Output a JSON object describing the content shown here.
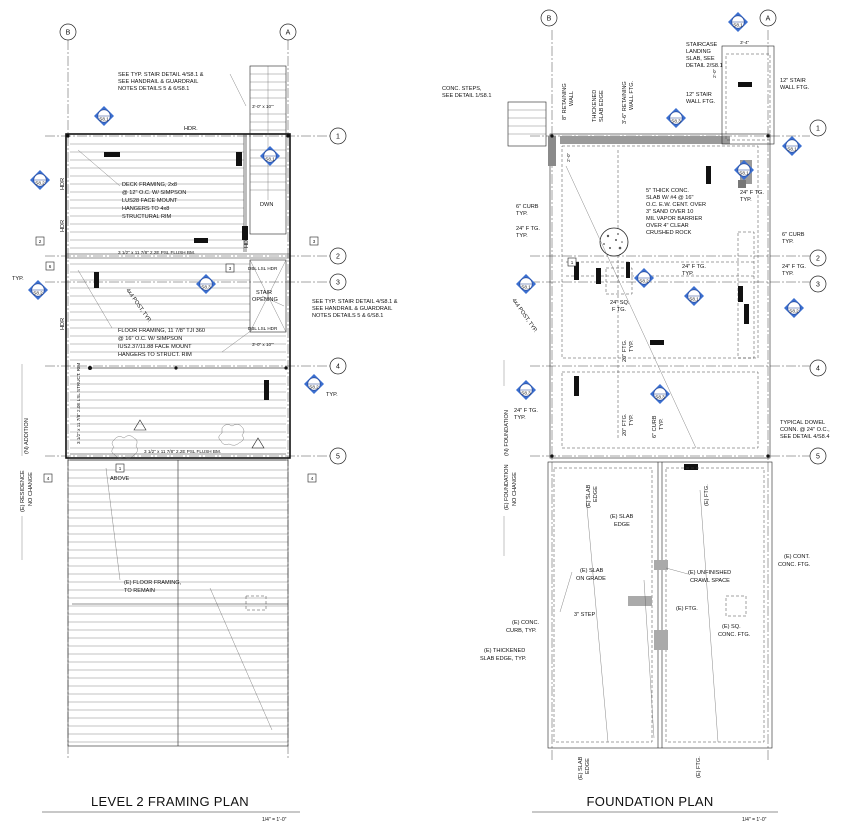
{
  "grid_labels": {
    "columns": [
      "B",
      "A"
    ],
    "rows": [
      "1",
      "2",
      "3",
      "4",
      "5"
    ]
  },
  "left_plan": {
    "title": "LEVEL 2 FRAMING PLAN",
    "scale": "1/4\" = 1'-0\"",
    "notes": {
      "stair_detail_top": [
        "SEE TYP. STAIR DETAIL 4/S8.1 &",
        "SEE HANDRAIL & GUARDRAIL",
        "NOTES DETAILS 5 & 6/S8.1"
      ],
      "stair_width_top": "3'-0\" x 10'\"",
      "hdr_top": "HDR.",
      "hdr_left_1": "HDR",
      "hdr_left_2": "HDR",
      "hdr_left_3": "HDR",
      "hdr_right": "HDR",
      "dwn": "DWN",
      "deck_framing": [
        "DECK FRAMING, 2x8",
        "@ 12\" O.C. W/ SIMPSON",
        "LUS28 FACE MOUNT",
        "HANGERS TO 4x8",
        "STRUCTURAL RIM"
      ],
      "psl_beam_top": "3 1/2\" x 11 7/8\" 2.2E PSL FLUSH BM.",
      "dbl_lsl_hdr_top": "DBL LSL HDR",
      "post_typ": "4x4 POST, TYP.",
      "stair_opening": [
        "STAIR",
        "OPENING"
      ],
      "stair_detail_mid": [
        "SEE TYP. STAIR DETAIL 4/S8.1 &",
        "SEE HANDRAIL & GUARDRAIL",
        "NOTES DETAILS 5 & 6/S8.1"
      ],
      "dbl_lsl_hdr_bottom": "DBL LSL HDR",
      "stair_width_mid": "3'-0\" x 10'\"",
      "floor_framing": [
        "FLOOR FRAMING, 11 7/8\" TJI 360",
        "@ 16\" O.C. W/ SIMPSON",
        "IUS2.37/11.88 FACE MOUNT",
        "HANGERS TO STRUCT. RIM"
      ],
      "lsl_rim": "3 1/2\" x 11 7/8\" 2.0E LSL STRUCT. RIM",
      "typ": "TYP.",
      "typ_left": "TYP.",
      "psl_beam_bottom": "3 1/2\" x 11 7/8\" 2.2E PSL FLUSH BM.",
      "above": "ABOVE",
      "addition": "(N) ADDITION",
      "residence": [
        "(E) RESIDENCE",
        "NO CHANGE"
      ],
      "existing_floor": [
        "(E) FLOOR FRAMING,",
        "TO REMAIN"
      ]
    },
    "section_tags": [
      "S8.1",
      "S8.1",
      "S8.2",
      "S8.2",
      "S8.3",
      "S8.2"
    ],
    "detail_boxes": [
      "2",
      "6",
      "3",
      "3",
      "4",
      "4",
      "1"
    ]
  },
  "right_plan": {
    "title": "FOUNDATION PLAN",
    "scale": "1/4\" = 1'-0\"",
    "notes": {
      "conc_steps": [
        "CONC. STEPS,",
        "SEE DETAIL 1/S8.1"
      ],
      "retaining_wall_8": [
        "8\" RETAINING",
        "WALL"
      ],
      "thickened_slab": [
        "THICKENED",
        "SLAB EDGE"
      ],
      "retaining_wall_f": [
        "3'-6\" RETAINING",
        "WALL FTG."
      ],
      "staircase_landing": [
        "STAIRCASE",
        "LANDING",
        "SLAB, SEE",
        "DETAIL 2/S8.1"
      ],
      "dim_top": "3'-4\"",
      "dim_side": "2'-0\"",
      "stair_wall_top": [
        "12\" STAIR",
        "WALL FTG."
      ],
      "stair_wall_mid": [
        "12\" STAIR",
        "WALL FTG."
      ],
      "dim_left": "2'-0\"",
      "curb_left": [
        "6\" CURB",
        "TYP."
      ],
      "ftg_24_a": [
        "24\" F TG.",
        "TYP."
      ],
      "ftg_24_b": [
        "24\" F TG.",
        "TYP."
      ],
      "thick_slab": [
        "5\" THICK CONC.",
        "SLAB W/ #4 @ 16\"",
        "O.C. E.W. CENT. OVER",
        "3\" SAND OVER 10",
        "MIL VAPOR BARRIER",
        "OVER 4\" CLEAR",
        "CRUSHED ROCK"
      ],
      "curb_right": [
        "6\" CURB",
        "TYP."
      ],
      "ftg_24_c": [
        "24\" F TG.",
        "TYP."
      ],
      "ftg_24_d": [
        "24\" F TG.",
        "TYP."
      ],
      "sq_ftg": [
        "24\" SQ.",
        "F TG."
      ],
      "post_typ": "4x4 POST, TYP.",
      "ftg_20_a": [
        "20\" FTG.",
        "TYP."
      ],
      "ftg_24_e": [
        "24\" F TG.",
        "TYP."
      ],
      "ftg_20_b": [
        "20\" FTG.",
        "TYP."
      ],
      "curb_bottom": [
        "6\" CURB",
        "TYP."
      ],
      "dowel": [
        "TYPICAL DOWEL",
        "CONN. @ 24\" O.C.,",
        "SEE DETAIL 4/S8.4"
      ],
      "n_foundation": "(N) FOUNDATION",
      "e_foundation": [
        "(E) FOUNDATION",
        "NO CHANGE"
      ],
      "e_slab_edge_a": [
        "(E) SLAB",
        "EDGE"
      ],
      "e_slab_edge_b": [
        "(E) SLAB",
        "EDGE"
      ],
      "e_ftg_a": "(E) FTG.",
      "e_slab_grade": [
        "(E) SLAB",
        "ON GRADE"
      ],
      "e_crawl": [
        "(E) UNFINISHED",
        "CRAWL SPACE"
      ],
      "e_cont_ftg": [
        "(E) CONT.",
        "CONC. FTG."
      ],
      "step_3": "3\" STEP",
      "e_ftg_b": "(E) FTG.",
      "e_conc_curb": [
        "(E) CONC.",
        "CURB, TYP."
      ],
      "e_sq_ftg": [
        "(E) SQ.",
        "CONC. FTG."
      ],
      "e_thick_slab": [
        "(E) THICKENED",
        "SLAB EDGE, TYP."
      ],
      "e_slab_edge_c": [
        "(E) SLAB",
        "EDGE"
      ],
      "e_ftg_c": "(E) FTG."
    },
    "section_tags": [
      "S8.1",
      "S8.3",
      "S8.1",
      "S8.1",
      "S8.1",
      "S8.2",
      "S8.1",
      "S8.2",
      "S8.3",
      "S8.3"
    ],
    "detail_boxes": [
      "1"
    ]
  }
}
